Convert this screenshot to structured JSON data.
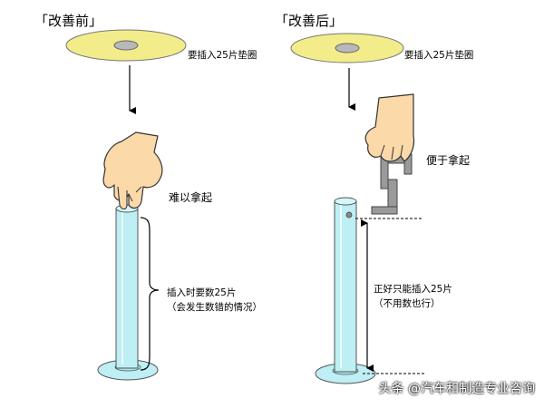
{
  "before": {
    "title": "「改善前」",
    "washer_note": "要插入25片垫圈",
    "hand_note": "难以拿起",
    "count_note_1": "插入时要数25片",
    "count_note_2": "（会发生数错的情况）"
  },
  "after": {
    "title": "「改善后」",
    "washer_note": "要插入25片垫圈",
    "hand_note": "便于拿起",
    "exact_note_1": "正好只能插入25片",
    "exact_note_2": "（不用数也行）"
  },
  "watermark": "头条 @汽车和制造专业咨询",
  "colors": {
    "washer": "#f3ec8a",
    "washer_hole": "#b8b8b8",
    "pole": "#bdeff4",
    "skin": "#fbd9a9",
    "tool": "#9a9a9a"
  }
}
